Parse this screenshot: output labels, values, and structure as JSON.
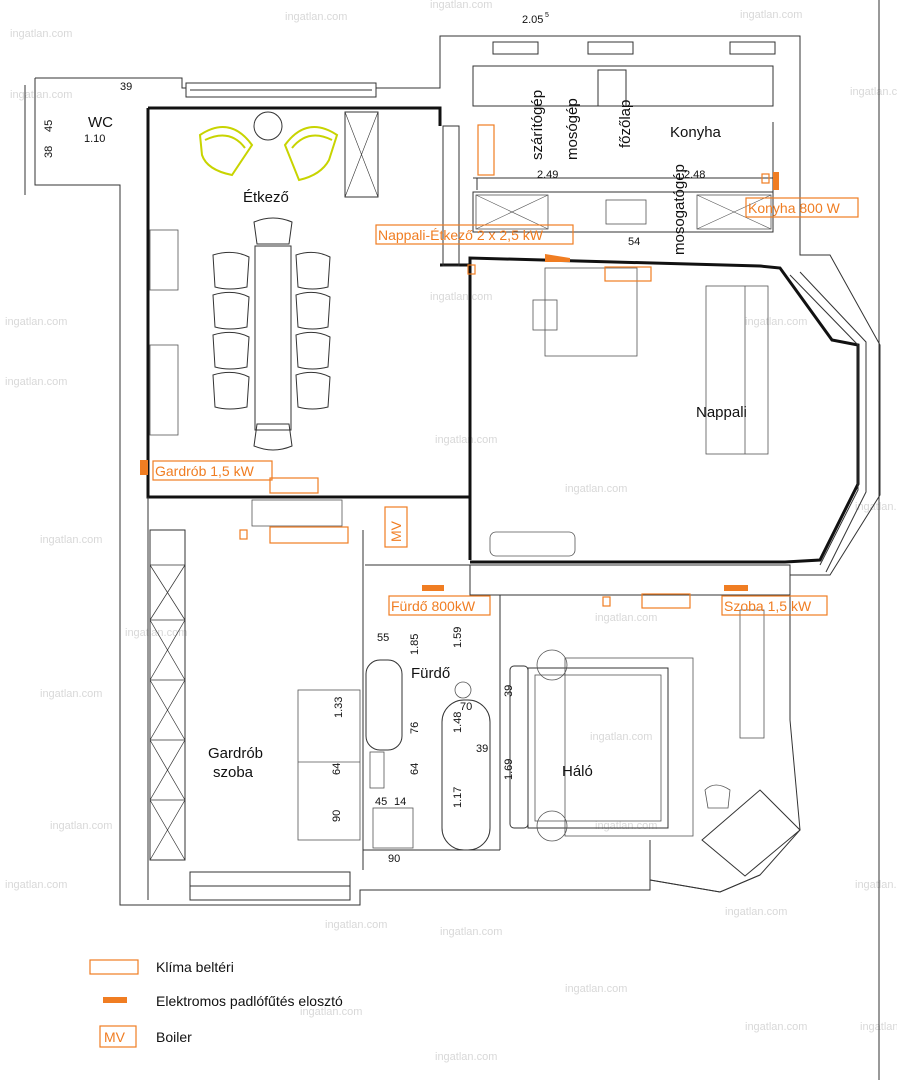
{
  "rooms": {
    "wc": "WC",
    "etkezo": "Étkező",
    "konyha": "Konyha",
    "nappali": "Nappali",
    "gardrob_szoba_1": "Gardrób",
    "gardrob_szoba_2": "szoba",
    "furdo": "Fürdő",
    "halo": "Háló"
  },
  "appliances": {
    "szaritogep": "szárítógép",
    "mosogep": "mosógép",
    "fozolap": "főzőlap",
    "mosogatogep": "mosogatógép"
  },
  "heating": {
    "nappali_etkezo": "Nappali-Étkező 2 x 2,5 kW",
    "konyha": "Konyha 800 W",
    "gardrob": "Gardrób 1,5 kW",
    "furdo": "Fürdő 800kW",
    "szoba": "Szoba 1,5 kW",
    "boiler_tag": "MV"
  },
  "dimensions": {
    "top": "2.05",
    "d39_top": "39",
    "d45": "45",
    "d38": "38",
    "d110": "1.10",
    "d249": "2.49",
    "d248": "2.48",
    "d54": "54",
    "d55": "55",
    "d185": "1.85",
    "d159": "1.59",
    "d133": "1.33",
    "d76": "76",
    "d148": "1.48",
    "d70": "70",
    "d39_bath": "39",
    "d39_right": "39",
    "d169": "1.69",
    "d64a": "64",
    "d64b": "64",
    "d90a": "90",
    "d45b": "45",
    "d14": "14",
    "d117": "1.17",
    "d90b": "90",
    "sup5": "5"
  },
  "legend": {
    "klima": "Klíma beltéri",
    "padlofutes": "Elektromos padlófűtés elosztó",
    "mv_tag": "MV",
    "boiler": "Boiler"
  },
  "watermark": "ingatlan.com",
  "colors": {
    "heating": "#f07d22",
    "chairs": "#c8d400",
    "walls": "#111111"
  }
}
